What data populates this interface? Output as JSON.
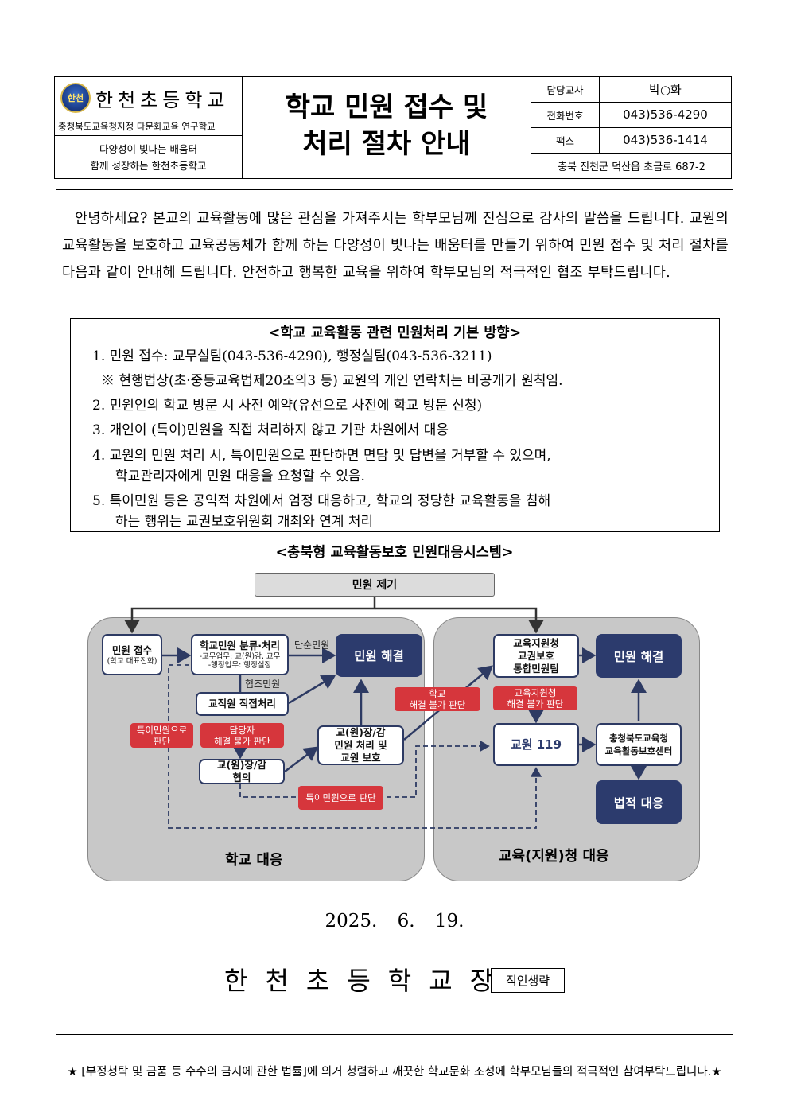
{
  "header": {
    "school_name": "한천초등학교",
    "logo_text": "한천",
    "designation": "충청북도교육청지정 다문화교육 연구학교",
    "motto_line1": "다양성이 빛나는 배움터",
    "motto_line2": "함께 성장하는 한천초등학교",
    "title_line1": "학교 민원 접수 및",
    "title_line2": "처리 절차 안내",
    "contact": [
      {
        "label": "담당교사",
        "value": "박○화"
      },
      {
        "label": "전화번호",
        "value": "043)536-4290"
      },
      {
        "label": "팩스",
        "value": "043)536-1414"
      }
    ],
    "address": "충북 진천군 덕산읍 초금로 687-2"
  },
  "intro": "안녕하세요? 본교의 교육활동에 많은 관심을 가져주시는 학부모님께 진심으로 감사의 말씀을 드립니다. 교원의 교육활동을 보호하고 교육공동체가 함께 하는 다양성이 빛나는 배움터를 만들기 위하여 민원 접수 및 처리 절차를 다음과 같이 안내헤 드립니다. 안전하고 행복한 교육을 위하여 학부모님의 적극적인 협조 부탁드립니다.",
  "policy": {
    "title": "<학교 교육활동 관련 민원처리 기본 방향>",
    "item1": "1. 민원 접수: 교무실팀(043-536-4290), 행정실팀(043-536-3211)",
    "note": "※ 현행법상(초·중등교육법제20조의3 등) 교원의 개인 연락처는 비공개가 원칙임.",
    "item2": "2. 민원인의 학교 방문 시 사전 예약(유선으로 사전에 학교 방문 신청)",
    "item3": "3. 개인이 (특이)민원을 직접 처리하지 않고 기관 차원에서 대응",
    "item4a": "4. 교원의 민원 처리 시, 특이민원으로 판단하면 면담 및 답변을 거부할 수 있으며,",
    "item4b": "학교관리자에게 민원 대응을 요청할 수 있음.",
    "item5a": "5. 특이민원 등은 공익적 차원에서 엄정 대응하고, 학교의 정당한 교육활동을 침해",
    "item5b": "하는 행위는 교권보호위원회 개최와 연계 처리"
  },
  "system": {
    "title": "<충북형 교육활동보호 민원대응시스템>",
    "start": "민원 제기",
    "school_panel": "학교 대응",
    "office_panel": "교육(지원)청 대응",
    "receive": "민원 접수",
    "receive_sub": "(학교 대표전화)",
    "classify": "학교민원 분류·처리",
    "classify_sub1": "-교무업무: 교(원)감, 교무",
    "classify_sub2": "-행정업무: 행정실장",
    "simple": "단순민원",
    "coop": "협조민원",
    "resolve1": "민원 해결",
    "staff": "교직원 직접처리",
    "special1_a": "특이민원으로",
    "special1_b": "판단",
    "owner_a": "담당자",
    "owner_b": "해결 불가 판단",
    "principal_a": "교(원)장/감",
    "principal_b": "협의",
    "handle_a": "교(원)장/감",
    "handle_b": "민원 처리 및",
    "handle_c": "교원 보호",
    "school_fail_a": "학교",
    "school_fail_b": "해결 불가 판단",
    "special2": "특이민원으로 판단",
    "office_team_a": "교육지원청",
    "office_team_b": "교권보호",
    "office_team_c": "통합민원팀",
    "resolve2": "민원 해결",
    "office_fail_a": "교육지원청",
    "office_fail_b": "해결 불가 판단",
    "t119": "교원 119",
    "center_a": "충청북도교육청",
    "center_b": "교육활동보호센터",
    "legal": "법적 대응"
  },
  "date": "2025. 6. 19.",
  "principal": "한천초등학교장",
  "stamp": "직인생략",
  "footer": "★ [부정청탁 및 금품 등 수수의 금지에 관한 법률]에 의거 청렴하고 깨끗한 학교문화 조성에 학부모님들의 적극적인 참여부탁드립니다.★",
  "colors": {
    "navy": "#2c3b6d",
    "red": "#d6363c",
    "panel": "#c8c8c8"
  }
}
